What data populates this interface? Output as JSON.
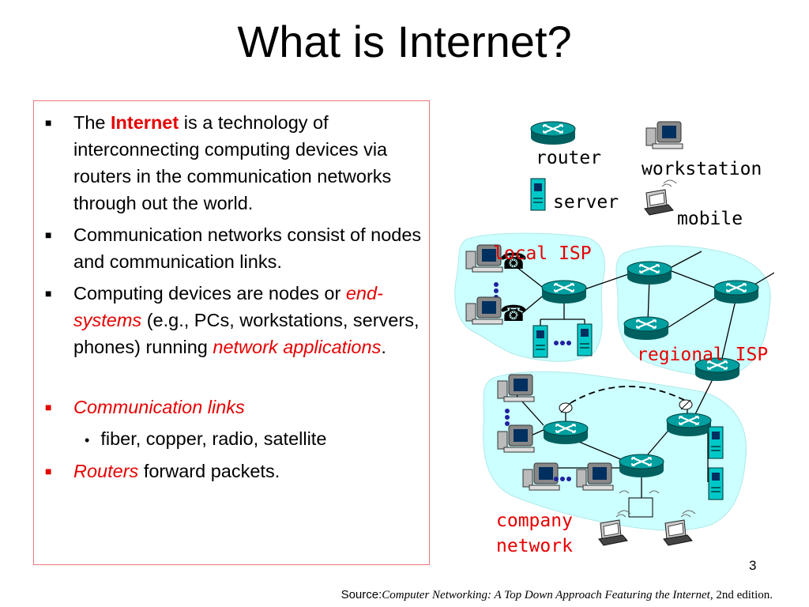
{
  "slide": {
    "title": "What is Internet?",
    "page_number": "3"
  },
  "bullets": [
    {
      "pre": "The ",
      "highlight": "Internet",
      "post": " is a technology of interconnecting computing devices via routers in the communication networks through out the world."
    },
    {
      "text": "Communication networks consist of nodes and communication links."
    },
    {
      "pre": "Computing devices are nodes or ",
      "italic1": "end-systems",
      "mid": " (e.g., PCs, workstations, servers, phones) running ",
      "italic2": "network applications",
      "post": "."
    },
    {
      "italic": "Communication links"
    },
    {
      "sub": "fiber, copper, radio, satellite"
    },
    {
      "italic": "Routers",
      "post": "  forward packets."
    }
  ],
  "source": {
    "label": "Source:",
    "book": "Computer Networking: A Top Down Approach Featuring the Internet",
    "edition": ", 2nd edition."
  },
  "diagram": {
    "legend": {
      "router": "router",
      "server": "server",
      "workstation": "workstation",
      "mobile": "mobile"
    },
    "labels": {
      "local_isp": "local ISP",
      "regional_isp": "regional ISP",
      "company_line1": "company",
      "company_line2": "network"
    },
    "colors": {
      "cloud": "#ccffff",
      "router": "#00a0a0",
      "router_dark": "#006060",
      "label_red": "#e60000",
      "server": "#00c8c8"
    }
  }
}
